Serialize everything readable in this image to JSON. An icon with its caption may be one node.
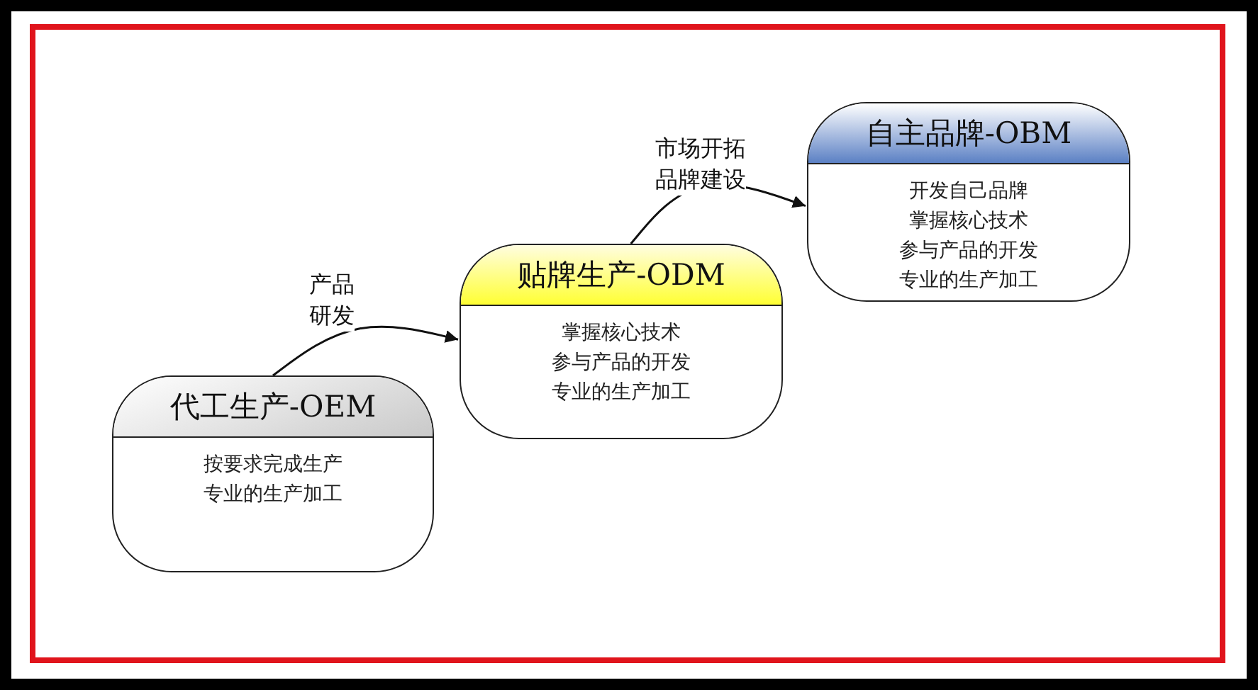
{
  "diagram": {
    "nodes": [
      {
        "text": [
          "代工生产-OEM",
          "按要求完成生产",
          "专业的生产加工"
        ]
      },
      {
        "text": [
          "贴牌生产-ODM",
          "掌握核心技术",
          "参与产品的开发",
          "专业的生产加工"
        ]
      },
      {
        "text": [
          "自主品牌-OBM",
          "开发自己品牌",
          "掌握核心技术",
          "参与产品的开发",
          "专业的生产加工"
        ]
      }
    ],
    "edges": [
      {
        "from": 0,
        "to": 1,
        "arrow": "to",
        "label": "产品研发"
      },
      {
        "from": 1,
        "to": 2,
        "arrow": "to",
        "label": "市场开拓品牌建设"
      }
    ]
  }
}
